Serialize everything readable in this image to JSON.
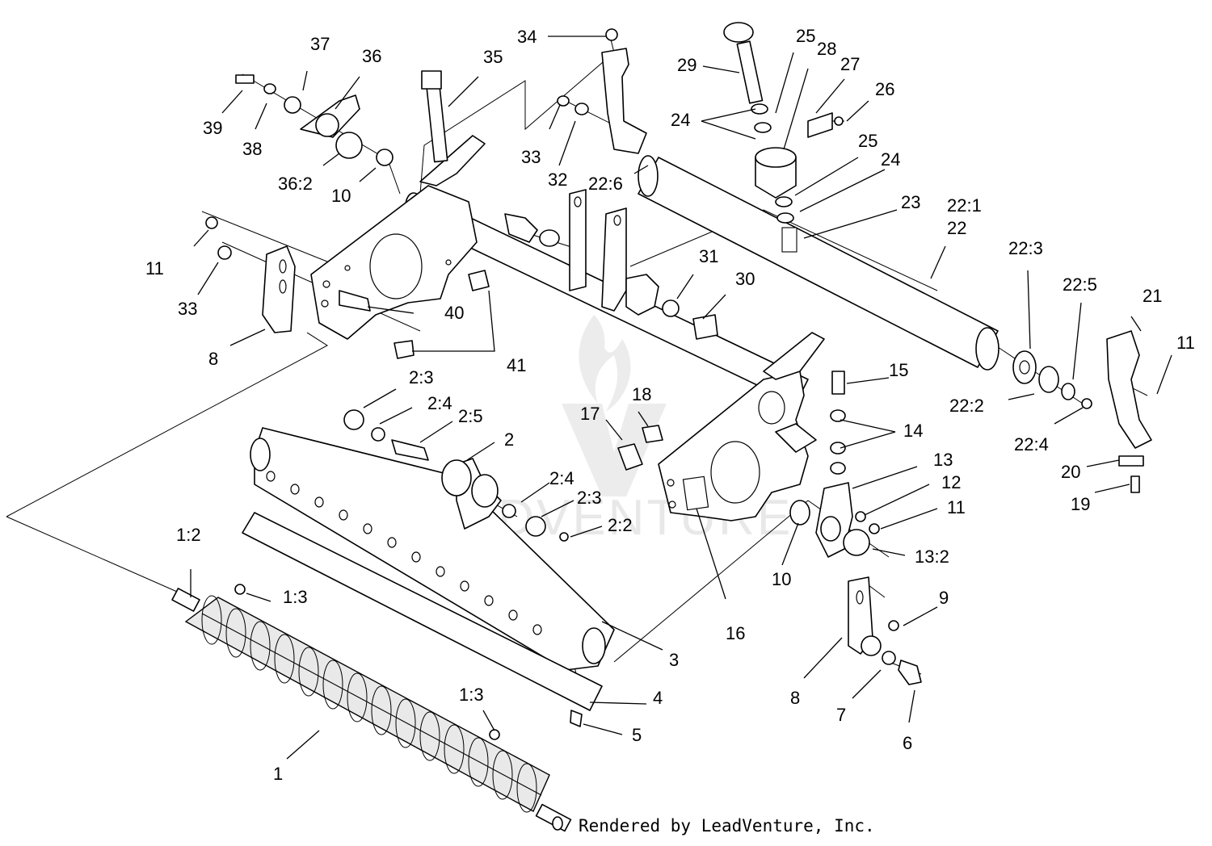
{
  "watermark": {
    "text": "LEADVENTURE"
  },
  "credit": "Rendered by LeadVenture, Inc.",
  "callouts": {
    "c1": "1",
    "c1_2": "1:2",
    "c1_3a": "1:3",
    "c1_3b": "1:3",
    "c2": "2",
    "c2_2": "2:2",
    "c2_3a": "2:3",
    "c2_3b": "2:3",
    "c2_4a": "2:4",
    "c2_4b": "2:4",
    "c2_5": "2:5",
    "c3": "3",
    "c4": "4",
    "c5": "5",
    "c6": "6",
    "c7": "7",
    "c8a": "8",
    "c8b": "8",
    "c9": "9",
    "c10a": "10",
    "c10b": "10",
    "c11a": "11",
    "c11b": "11",
    "c11c": "11",
    "c12": "12",
    "c13": "13",
    "c13_2": "13:2",
    "c14": "14",
    "c15": "15",
    "c16": "16",
    "c17": "17",
    "c18": "18",
    "c19": "19",
    "c20": "20",
    "c21": "21",
    "c22": "22",
    "c22_1": "22:1",
    "c22_2": "22:2",
    "c22_3": "22:3",
    "c22_4": "22:4",
    "c22_5": "22:5",
    "c22_6": "22:6",
    "c23": "23",
    "c24a": "24",
    "c24b": "24",
    "c25a": "25",
    "c25b": "25",
    "c26": "26",
    "c27": "27",
    "c28": "28",
    "c29": "29",
    "c30": "30",
    "c31": "31",
    "c32": "32",
    "c33a": "33",
    "c33b": "33",
    "c34": "34",
    "c35": "35",
    "c36": "36",
    "c36_2": "36:2",
    "c37": "37",
    "c38": "38",
    "c39": "39",
    "c40": "40",
    "c41": "41"
  }
}
